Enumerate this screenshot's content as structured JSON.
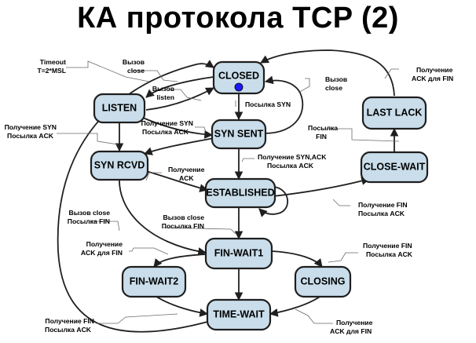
{
  "title": "КА протокола TCP (2)",
  "states": {
    "closed": "CLOSED",
    "listen": "LISTEN",
    "syn_sent": "SYN SENT",
    "syn_rcvd": "SYN RCVD",
    "established": "ESTABLISHED",
    "close_wait": "CLOSE-WAIT",
    "last_ack": "LAST LACK",
    "fin_wait1": "FIN-WAIT1",
    "fin_wait2": "FIN-WAIT2",
    "closing": "CLOSING",
    "time_wait": "TIME-WAIT"
  },
  "labels": {
    "timeout_1": "Timeout",
    "timeout_2": "T=2*MSL",
    "close_top_1": "Вызов",
    "close_top_2": "close",
    "listen_call_1": "Вызов",
    "listen_call_2": "listen",
    "send_syn": "Посылка SYN",
    "close_right_1": "Вызов",
    "close_right_2": "close",
    "recv_ack_fin_top_1": "Получение",
    "recv_ack_fin_top_2": "ACK для FIN",
    "recv_syn_left_1": "Получение SYN",
    "recv_syn_left_2": "Посылка ACK",
    "recv_syn_mid_1": "Получение SYN",
    "recv_syn_mid_2": "Посылка ACK",
    "send_fin_right_1": "Посылка",
    "send_fin_right_2": "FIN",
    "recv_synack_1": "Получение SYN,ACK",
    "recv_synack_2": "Посылка ACK",
    "recv_ack_1": "Получение",
    "recv_ack_2": "ACK",
    "recv_fin_est_1": "Получение FIN",
    "recv_fin_est_2": "Посылка ACK",
    "close_left_1": "Вызов close",
    "close_left_2": "Посылка FIN",
    "close_mid_1": "Вызов close",
    "close_mid_2": "Посылка FIN",
    "recv_ack_fin_left_1": "Получение",
    "recv_ack_fin_left_2": "ACK для FIN",
    "recv_fin_right_1": "Получение FIN",
    "recv_fin_right_2": "Посылка ACK",
    "recv_fin_bottom_1": "Получение FIN",
    "recv_fin_bottom_2": "Посылка ACK",
    "recv_ack_fin_bottom_1": "Получение",
    "recv_ack_fin_bottom_2": "ACK для FIN"
  },
  "colors": {
    "state_fill": "#c9ddea",
    "start_marker": "#1a1aff"
  }
}
